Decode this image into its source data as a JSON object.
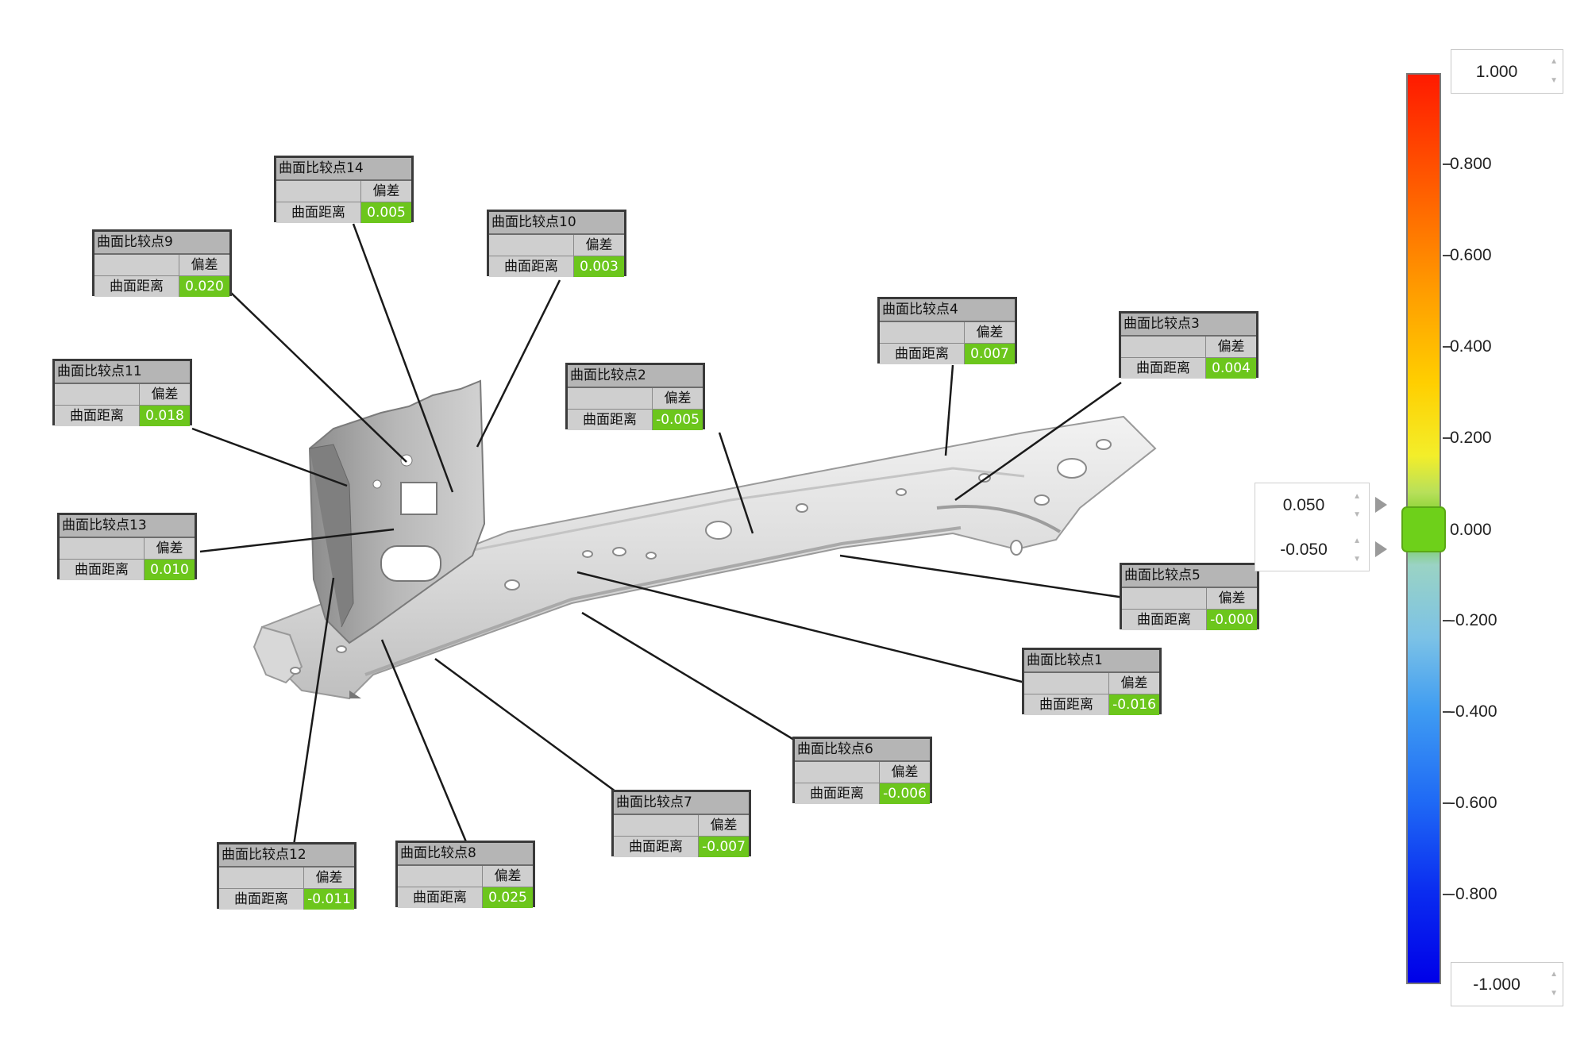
{
  "row_header": "偏差",
  "row_label": "曲面距离",
  "callouts": [
    {
      "title": "曲面比较点14",
      "value": "0.005"
    },
    {
      "title": "曲面比较点9",
      "value": "0.020"
    },
    {
      "title": "曲面比较点10",
      "value": "0.003"
    },
    {
      "title": "曲面比较点11",
      "value": "0.018"
    },
    {
      "title": "曲面比较点4",
      "value": "0.007"
    },
    {
      "title": "曲面比较点3",
      "value": "0.004"
    },
    {
      "title": "曲面比较点2",
      "value": "-0.005"
    },
    {
      "title": "曲面比较点13",
      "value": "0.010"
    },
    {
      "title": "曲面比较点5",
      "value": "-0.000"
    },
    {
      "title": "曲面比较点1",
      "value": "-0.016"
    },
    {
      "title": "曲面比较点6",
      "value": "-0.006"
    },
    {
      "title": "曲面比较点7",
      "value": "-0.007"
    },
    {
      "title": "曲面比较点12",
      "value": "-0.011"
    },
    {
      "title": "曲面比较点8",
      "value": "0.025"
    }
  ],
  "color_scale": {
    "max_value": "1.000",
    "min_value": "-1.000",
    "tick_labels": [
      "0.800",
      "0.600",
      "0.400",
      "0.200",
      "0.000",
      "-0.200",
      "-0.400",
      "-0.600",
      "-0.800"
    ],
    "upper_tolerance": "0.050",
    "lower_tolerance": "-0.050",
    "in_tolerance_color": "#6cc61c",
    "colors": {
      "high": "#ff1a00",
      "low": "#0000e8"
    }
  }
}
